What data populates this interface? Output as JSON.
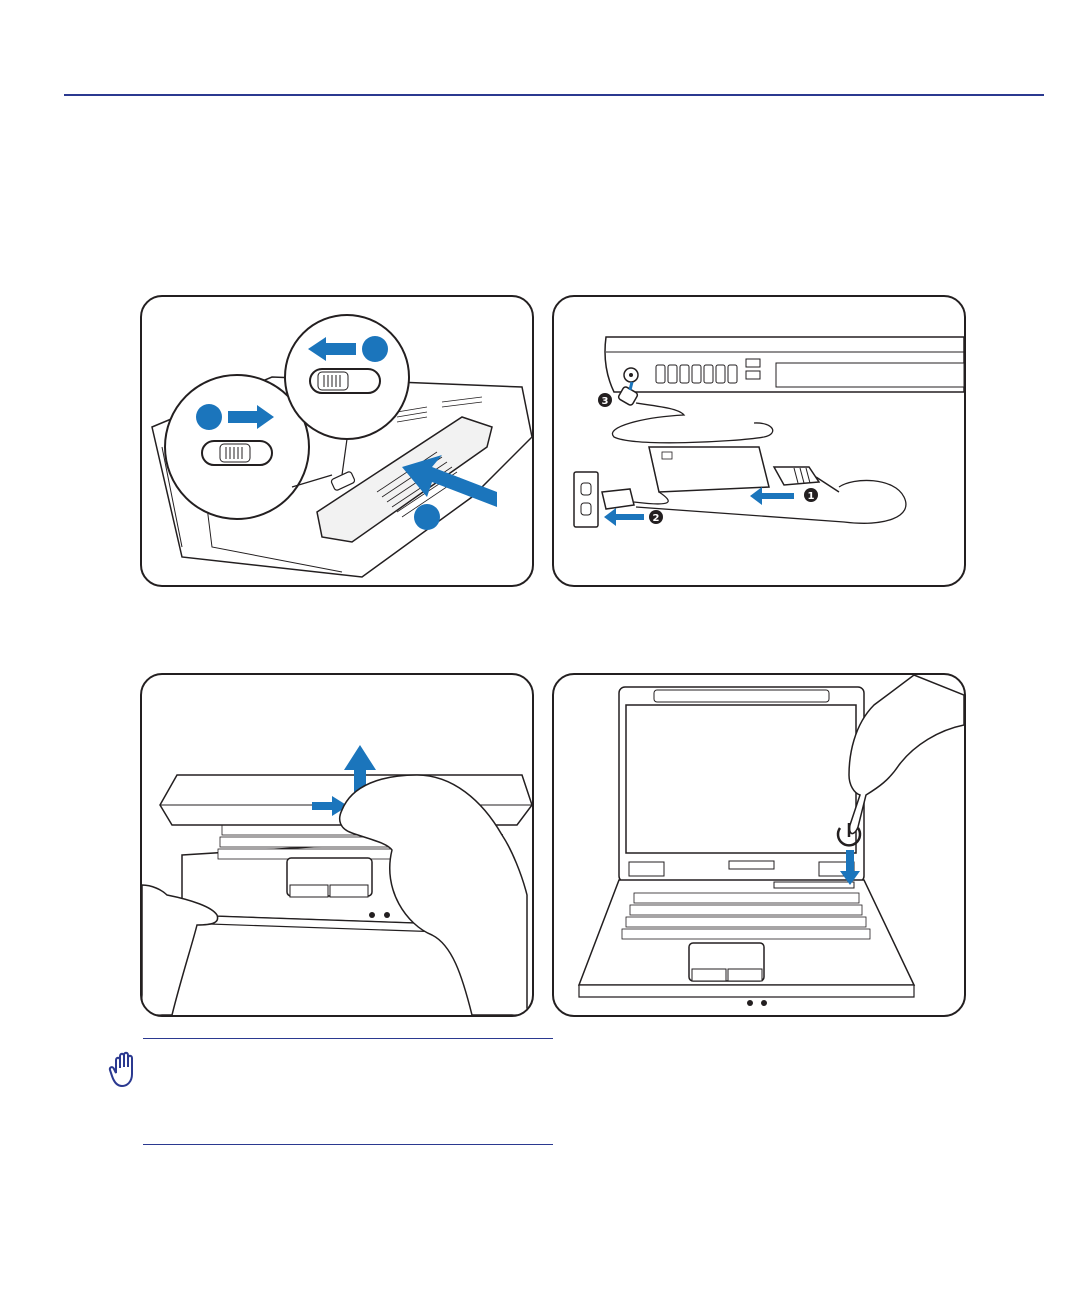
{
  "page": {
    "header_rule_color": "#2b3990",
    "accent_blue": "#1b75bc",
    "line_color": "#231f20"
  },
  "panels": [
    {
      "id": "install-battery",
      "step_markers": [
        "",
        "",
        ""
      ]
    },
    {
      "id": "connect-ac-adapter",
      "step_markers": [
        "3",
        "2",
        "1"
      ]
    },
    {
      "id": "open-display-panel"
    },
    {
      "id": "power-on",
      "icon": "power-icon"
    }
  ],
  "note": {
    "icon": "hand-warning-icon"
  }
}
